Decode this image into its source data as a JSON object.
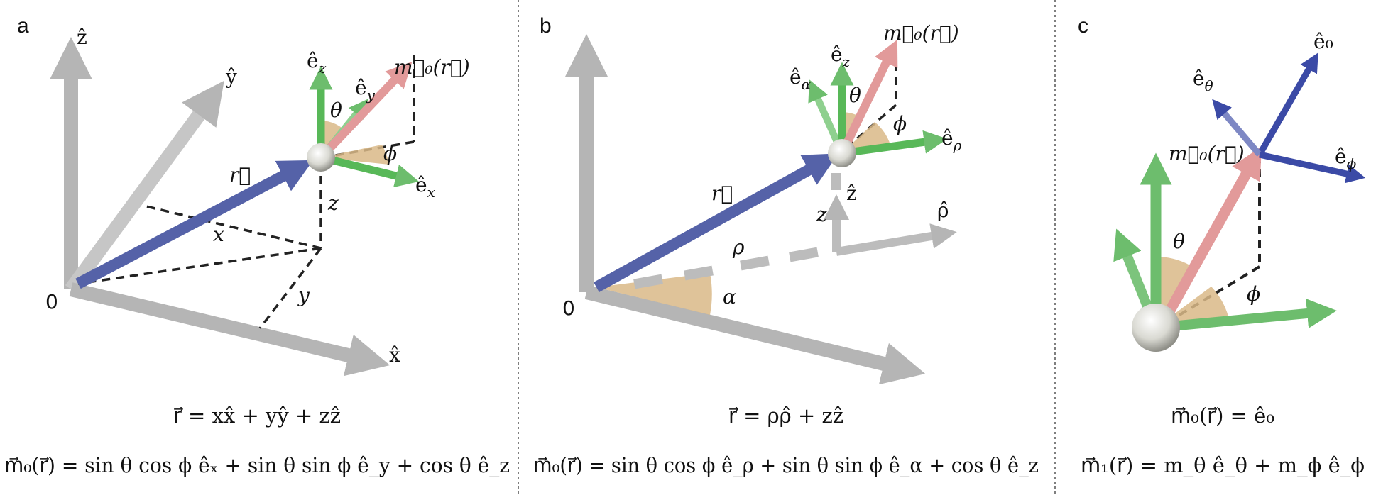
{
  "panels": {
    "a": {
      "letter": "a",
      "origin": "0",
      "axis_x": "x̂",
      "axis_y": "ŷ",
      "axis_z": "ẑ",
      "r_vec": "r⃗",
      "comp_x": "x",
      "comp_y": "y",
      "comp_z": "z",
      "e_x": "ê",
      "e_x_sub": "x",
      "e_y": "ê",
      "e_y_sub": "y",
      "e_z": "ê",
      "e_z_sub": "z",
      "m0": "m⃗₀(r⃗)",
      "theta": "θ",
      "phi": "ϕ",
      "eq1": "r⃗ = xx̂ + yŷ + zẑ",
      "eq2": "m⃗₀(r⃗) = sin θ cos ϕ êₓ + sin θ sin ϕ ê_y + cos θ ê_z"
    },
    "b": {
      "letter": "b",
      "origin": "0",
      "r_vec": "r⃗",
      "rho_hat": "ρ̂",
      "z_hat": "ẑ",
      "rho": "ρ",
      "alpha": "α",
      "z": "z",
      "e_rho": "ê",
      "e_rho_sub": "ρ",
      "e_alpha": "ê",
      "e_alpha_sub": "α",
      "e_z": "ê",
      "e_z_sub": "z",
      "m0": "m⃗₀(r⃗)",
      "theta": "θ",
      "phi": "ϕ",
      "eq1": "r⃗ = ρρ̂ + zẑ",
      "eq2": "m⃗₀(r⃗) = sin θ cos ϕ ê_ρ + sin θ sin ϕ ê_α + cos θ ê_z"
    },
    "c": {
      "letter": "c",
      "e_0": "ê₀",
      "e_theta": "ê",
      "e_theta_sub": "θ",
      "e_phi": "ê",
      "e_phi_sub": "ϕ",
      "m0": "m⃗₀(r⃗)",
      "theta": "θ",
      "phi": "ϕ",
      "eq1": "m⃗₀(r⃗) = ê₀",
      "eq2": "m⃗₁(r⃗) = m_θ ê_θ + m_ϕ ê_ϕ"
    }
  },
  "colors": {
    "gray_axis": "#b7b7b7",
    "blue_vec": "#5562a8",
    "red_vec": "#e3a3a3",
    "green_vec": "#7cc47c",
    "blue_basis": "#3b4aa6",
    "angle_fill": "#d9b887",
    "divider": "#555555"
  }
}
